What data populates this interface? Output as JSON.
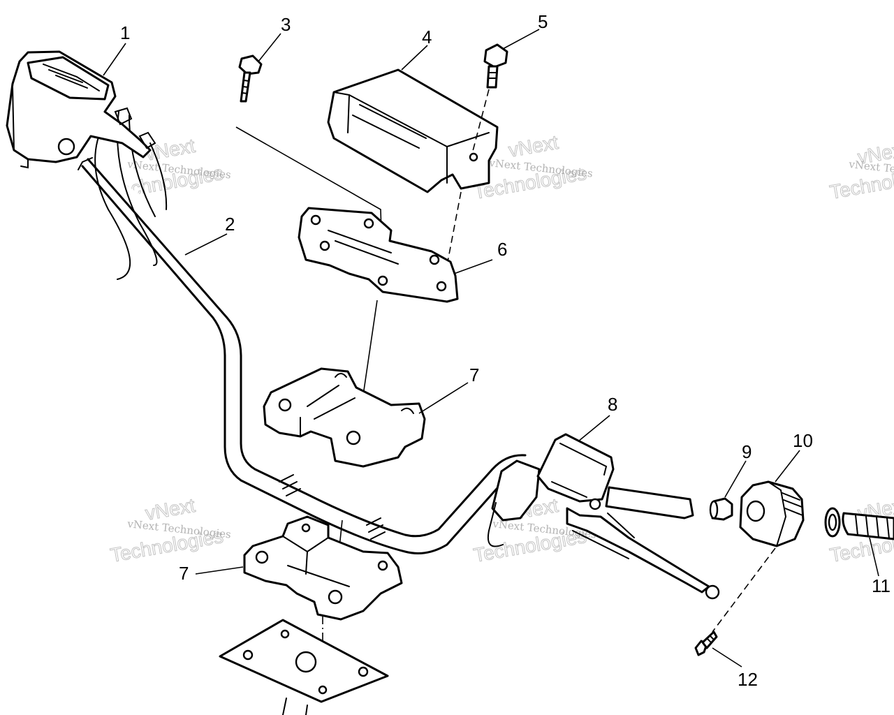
{
  "callouts": [
    {
      "id": "callout-1",
      "text": "1"
    },
    {
      "id": "callout-2",
      "text": "2"
    },
    {
      "id": "callout-3",
      "text": "3"
    },
    {
      "id": "callout-4",
      "text": "4"
    },
    {
      "id": "callout-5",
      "text": "5"
    },
    {
      "id": "callout-6",
      "text": "6"
    },
    {
      "id": "callout-7a",
      "text": "7"
    },
    {
      "id": "callout-7b",
      "text": "7"
    },
    {
      "id": "callout-8",
      "text": "8"
    },
    {
      "id": "callout-9",
      "text": "9"
    },
    {
      "id": "callout-10",
      "text": "10"
    },
    {
      "id": "callout-11",
      "text": "11"
    },
    {
      "id": "callout-12",
      "text": "12"
    }
  ],
  "watermark": {
    "company": "vNext Technologies",
    "word1": "vNext",
    "word2": "Technologies"
  },
  "colors": {
    "line": "#000000",
    "background": "#ffffff",
    "watermark": "#9a9a9a"
  }
}
